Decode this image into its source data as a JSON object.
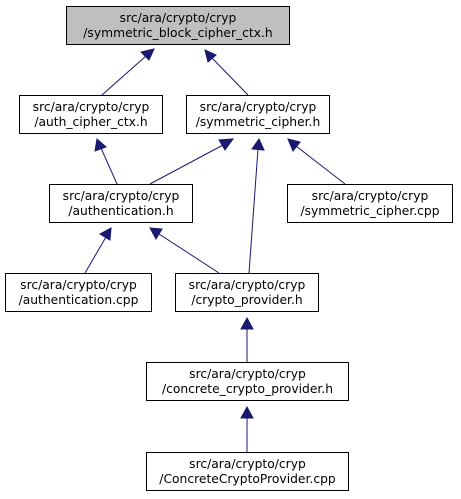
{
  "colors": {
    "edge": "#191970",
    "root_fill": "#bfbfbf",
    "node_fill": "#ffffff",
    "border": "#000000"
  },
  "nodes": {
    "root": {
      "line1": "src/ara/crypto/cryp",
      "line2": "/symmetric_block_cipher_ctx.h"
    },
    "auth_cipher_ctx": {
      "line1": "src/ara/crypto/cryp",
      "line2": "/auth_cipher_ctx.h"
    },
    "symmetric_cipher_h": {
      "line1": "src/ara/crypto/cryp",
      "line2": "/symmetric_cipher.h"
    },
    "authentication_h": {
      "line1": "src/ara/crypto/cryp",
      "line2": "/authentication.h"
    },
    "symmetric_cipher_cpp": {
      "line1": "src/ara/crypto/cryp",
      "line2": "/symmetric_cipher.cpp"
    },
    "authentication_cpp": {
      "line1": "src/ara/crypto/cryp",
      "line2": "/authentication.cpp"
    },
    "crypto_provider_h": {
      "line1": "src/ara/crypto/cryp",
      "line2": "/crypto_provider.h"
    },
    "concrete_crypto_provider_h": {
      "line1": "src/ara/crypto/cryp",
      "line2": "/concrete_crypto_provider.h"
    },
    "concrete_crypto_provider_cpp": {
      "line1": "src/ara/crypto/cryp",
      "line2": "/ConcreteCryptoProvider.cpp"
    }
  }
}
